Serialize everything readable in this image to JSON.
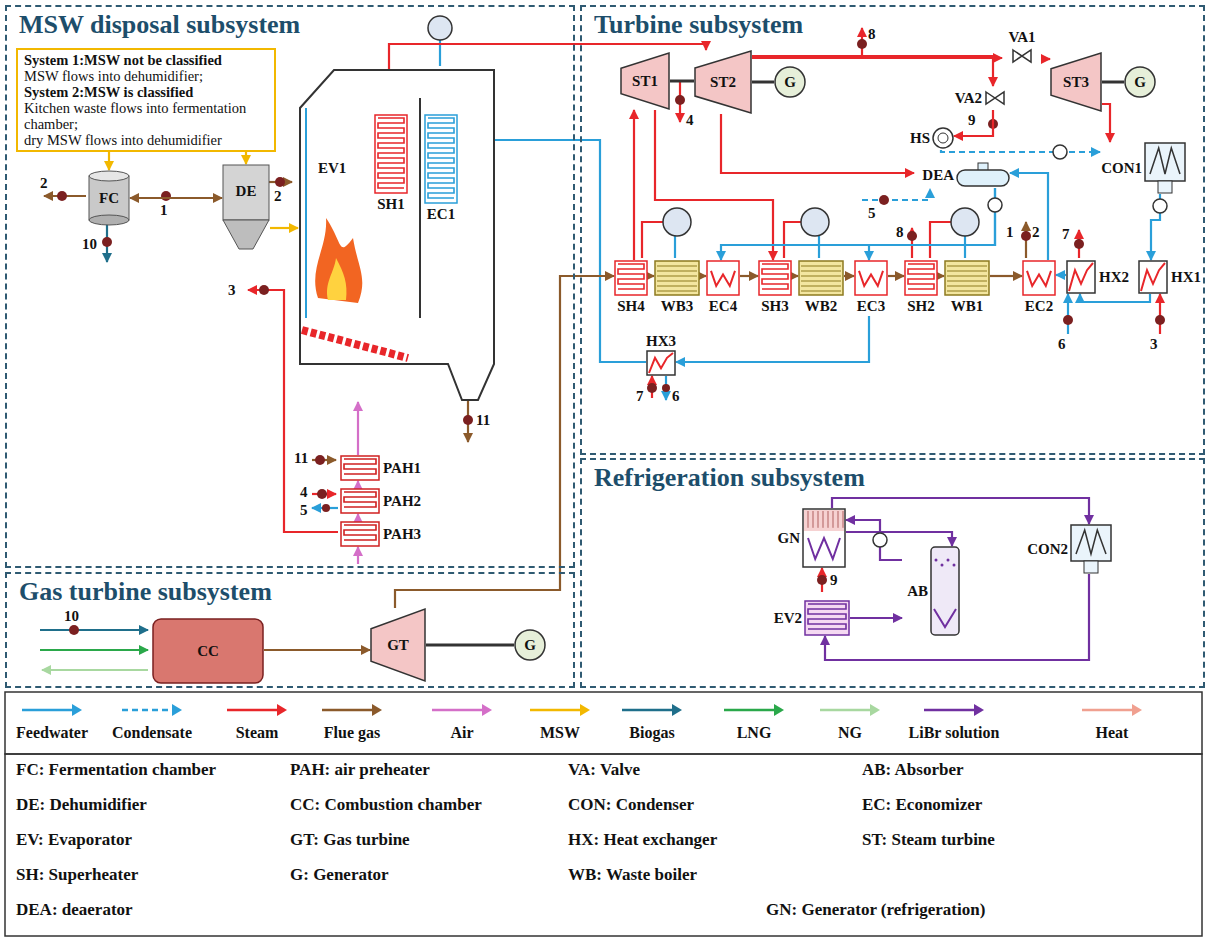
{
  "diagram": {
    "nodes": [
      {
        "text": [
          "MSW disposal subsystem"
        ]
      },
      {
        "text": [
          "System 1:MSW not be classified",
          "MSW flows into dehumidifier;",
          "System 2:MSW is classified",
          "Kitchen waste flows into fermentation chamber;",
          "dry MSW flows into dehumidifier"
        ],
        "in": 0
      },
      {
        "text": [
          "FC"
        ],
        "in": 0
      },
      {
        "text": [
          "DE"
        ],
        "in": 0
      },
      {
        "text": [
          "EV1"
        ],
        "in": 0
      },
      {
        "text": [
          "SH1"
        ],
        "in": 4
      },
      {
        "text": [
          "EC1"
        ],
        "in": 4
      },
      {
        "text": [
          "PAH1"
        ],
        "in": 0
      },
      {
        "text": [
          "PAH2"
        ],
        "in": 0
      },
      {
        "text": [
          "PAH3"
        ],
        "in": 0
      },
      {
        "text": [
          "Turbine subsystem"
        ]
      },
      {
        "text": [
          "ST1"
        ],
        "in": 10
      },
      {
        "text": [
          "ST2"
        ],
        "in": 10
      },
      {
        "text": [
          "G"
        ],
        "in": 10
      },
      {
        "text": [
          "VA1"
        ],
        "in": 10
      },
      {
        "text": [
          "VA2"
        ],
        "in": 10
      },
      {
        "text": [
          "ST3"
        ],
        "in": 10
      },
      {
        "text": [
          "G"
        ],
        "in": 10
      },
      {
        "text": [
          "HS"
        ],
        "in": 10
      },
      {
        "text": [
          "DEA"
        ],
        "in": 10
      },
      {
        "text": [
          "CON1"
        ],
        "in": 10
      },
      {
        "text": [
          "SH4"
        ],
        "in": 10
      },
      {
        "text": [
          "WB3"
        ],
        "in": 10
      },
      {
        "text": [
          "EC4"
        ],
        "in": 10
      },
      {
        "text": [
          "SH3"
        ],
        "in": 10
      },
      {
        "text": [
          "WB2"
        ],
        "in": 10
      },
      {
        "text": [
          "EC3"
        ],
        "in": 10
      },
      {
        "text": [
          "SH2"
        ],
        "in": 10
      },
      {
        "text": [
          "WB1"
        ],
        "in": 10
      },
      {
        "text": [
          "EC2"
        ],
        "in": 10
      },
      {
        "text": [
          "HX2"
        ],
        "in": 10
      },
      {
        "text": [
          "HX1"
        ],
        "in": 10
      },
      {
        "text": [
          "HX3"
        ],
        "in": 10
      },
      {
        "text": [
          "Gas turbine subsystem"
        ]
      },
      {
        "text": [
          "CC"
        ],
        "in": 33
      },
      {
        "text": [
          "GT"
        ],
        "in": 33
      },
      {
        "text": [
          "G"
        ],
        "in": 33
      },
      {
        "text": [
          "Refrigeration subsystem"
        ]
      },
      {
        "text": [
          "GN"
        ],
        "in": 37
      },
      {
        "text": [
          "AB"
        ],
        "in": 37
      },
      {
        "text": [
          "EV2"
        ],
        "in": 37
      },
      {
        "text": [
          "CON2"
        ],
        "in": 37
      }
    ],
    "edges": [
      {
        "from": 1,
        "to": 2,
        "arrow": "to"
      },
      {
        "from": 1,
        "to": 3,
        "arrow": "to"
      },
      {
        "from": 2,
        "to": 3,
        "arrow": "both"
      },
      {
        "from": 3,
        "to": 4,
        "arrow": "to"
      },
      {
        "from": 9,
        "to": 8,
        "arrow": "to"
      },
      {
        "from": 8,
        "to": 7,
        "arrow": "to"
      },
      {
        "from": 7,
        "to": 4,
        "arrow": "to"
      },
      {
        "from": 5,
        "to": 12,
        "arrow": "to"
      },
      {
        "from": 21,
        "to": 11,
        "arrow": "to"
      },
      {
        "from": 11,
        "to": 12,
        "arrow": "none"
      },
      {
        "from": 12,
        "to": 13,
        "arrow": "none"
      },
      {
        "from": 12,
        "to": 14,
        "arrow": "to"
      },
      {
        "from": 14,
        "to": 16,
        "arrow": "to"
      },
      {
        "from": 12,
        "to": 15,
        "arrow": "to"
      },
      {
        "from": 15,
        "to": 18,
        "arrow": "to"
      },
      {
        "from": 16,
        "to": 17,
        "arrow": "none"
      },
      {
        "from": 16,
        "to": 20,
        "arrow": "to"
      },
      {
        "from": 12,
        "to": 19,
        "arrow": "to"
      },
      {
        "from": 11,
        "to": 24,
        "arrow": "to"
      },
      {
        "from": 18,
        "to": 20,
        "arrow": "to"
      },
      {
        "from": 20,
        "to": 31,
        "arrow": "to"
      },
      {
        "from": 31,
        "to": 30,
        "arrow": "to"
      },
      {
        "from": 30,
        "to": 29,
        "arrow": "to"
      },
      {
        "from": 29,
        "to": 19,
        "arrow": "to"
      },
      {
        "from": 19,
        "to": 26,
        "arrow": "to"
      },
      {
        "from": 19,
        "to": 23,
        "arrow": "to"
      },
      {
        "from": 26,
        "to": 32,
        "arrow": "to"
      },
      {
        "from": 32,
        "to": 6,
        "arrow": "to"
      },
      {
        "from": 35,
        "to": 21,
        "arrow": "to"
      },
      {
        "from": 21,
        "to": 22,
        "arrow": "to"
      },
      {
        "from": 22,
        "to": 23,
        "arrow": "to"
      },
      {
        "from": 23,
        "to": 24,
        "arrow": "to"
      },
      {
        "from": 24,
        "to": 25,
        "arrow": "to"
      },
      {
        "from": 25,
        "to": 26,
        "arrow": "to"
      },
      {
        "from": 26,
        "to": 27,
        "arrow": "to"
      },
      {
        "from": 27,
        "to": 28,
        "arrow": "to"
      },
      {
        "from": 28,
        "to": 29,
        "arrow": "to"
      },
      {
        "from": 34,
        "to": 35,
        "arrow": "to"
      },
      {
        "from": 35,
        "to": 36,
        "arrow": "none"
      },
      {
        "from": 38,
        "to": 41,
        "arrow": "to"
      },
      {
        "from": 41,
        "to": 40,
        "arrow": "to"
      },
      {
        "from": 40,
        "to": 39,
        "arrow": "to"
      },
      {
        "from": 39,
        "to": 38,
        "arrow": "to"
      },
      {
        "from": 38,
        "to": 39,
        "arrow": "to"
      }
    ],
    "labels": [
      "2",
      "1",
      "2",
      "10",
      "3",
      "11",
      "11",
      "4",
      "5",
      "4",
      "8",
      "9",
      "5",
      "8",
      "1",
      "2",
      "7",
      "6",
      "3",
      "7",
      "6",
      "10",
      "9",
      "FC: Fermentation chamber",
      "PAH: air preheater",
      "VA: Valve",
      "AB: Absorber",
      "DE: Dehumidifier",
      "CC: Combustion chamber",
      "CON: Condenser",
      "EC: Economizer",
      "EV: Evaporator",
      "GT: Gas turbine",
      "HX: Heat exchanger",
      "ST: Steam turbine",
      "SH: Superheater",
      "G: Generator",
      "WB: Waste boiler",
      "DEA: deaerator",
      "GN: Generator (refrigeration)"
    ],
    "legend": [
      {
        "text": "Feedwater",
        "color": "#2a9fd9"
      },
      {
        "text": "Condensate",
        "color": "#2a9fd9"
      },
      {
        "text": "Steam",
        "color": "#e8262a"
      },
      {
        "text": "Flue gas",
        "color": "#8b5a2b"
      },
      {
        "text": "Air",
        "color": "#d46fc8"
      },
      {
        "text": "MSW",
        "color": "#f2b800"
      },
      {
        "text": "Biogas",
        "color": "#1f6f8b"
      },
      {
        "text": "LNG",
        "color": "#2aa84a"
      },
      {
        "text": "NG",
        "color": "#a8d8a0"
      },
      {
        "text": "LiBr solution",
        "color": "#7030a0"
      },
      {
        "text": "Heat",
        "color": "#f0a090"
      }
    ]
  }
}
